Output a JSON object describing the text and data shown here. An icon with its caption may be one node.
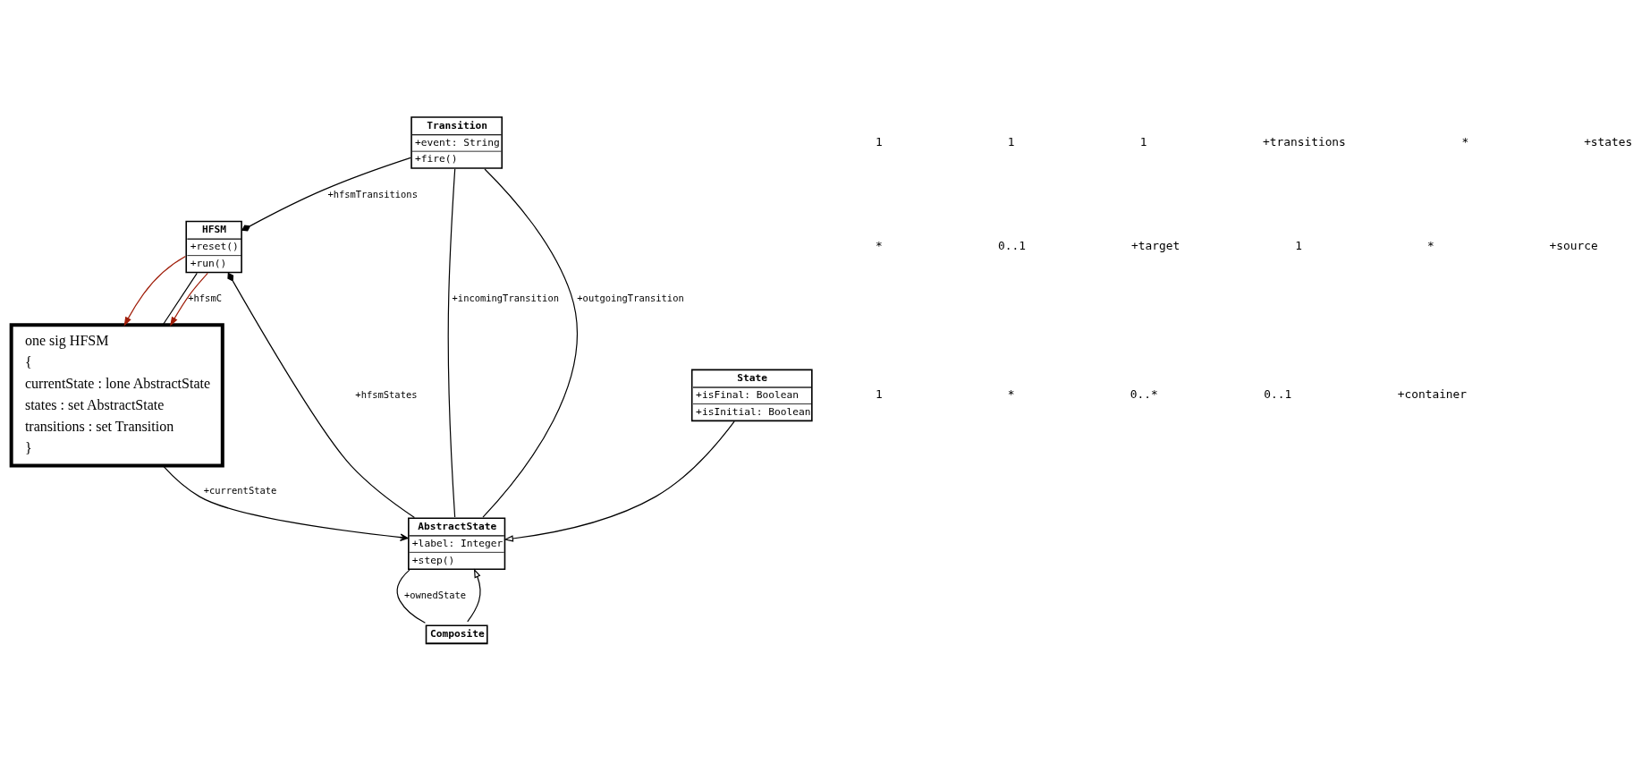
{
  "diagram": {
    "nodes": [
      {
        "text": [
          "HFSM",
          "+reset()",
          "+run()"
        ]
      },
      {
        "text": [
          "one sig HFSM",
          "{",
          "currentState : lone AbstractState",
          "states : set AbstractState",
          "transitions : set Transition",
          "}"
        ]
      },
      {
        "text": [
          "Transition",
          "+event: String",
          "+fire()"
        ]
      },
      {
        "text": [
          "AbstractState",
          "+label: Integer",
          "+step()"
        ]
      },
      {
        "text": [
          "State",
          "+isFinal: Boolean",
          "+isInitial: Boolean"
        ]
      },
      {
        "text": [
          "Composite"
        ]
      }
    ],
    "edges": [
      {
        "from": 0,
        "to": 1,
        "arrow": "to",
        "color": "#a01e0a"
      },
      {
        "from": 0,
        "to": 1,
        "arrow": "to",
        "color": "#a01e0a"
      },
      {
        "from": 0,
        "to": 1,
        "arrow": "none",
        "label": "+hfsmC"
      },
      {
        "from": 1,
        "to": 3,
        "arrow": "to",
        "label": "+currentState"
      },
      {
        "from": 2,
        "to": 0,
        "arrow": "other",
        "label": "+hfsmTransitions"
      },
      {
        "from": 3,
        "to": 0,
        "arrow": "other",
        "label": "+hfsmStates"
      },
      {
        "from": 2,
        "to": 3,
        "arrow": "none",
        "label": "+incomingTransition"
      },
      {
        "from": 2,
        "to": 3,
        "arrow": "none",
        "label": "+outgoingTransition"
      },
      {
        "from": 3,
        "to": 5,
        "arrow": "none",
        "label": "+ownedState"
      },
      {
        "from": 4,
        "to": 3,
        "arrow": "to"
      },
      {
        "from": 5,
        "to": 3,
        "arrow": "to"
      }
    ],
    "labels": [
      "1",
      "1",
      "1",
      "+transitions",
      "*",
      "+states",
      "*",
      "0..1",
      "+target",
      "1",
      "*",
      "+source",
      "1",
      "*",
      "0..*",
      "0..1",
      "+container"
    ]
  }
}
